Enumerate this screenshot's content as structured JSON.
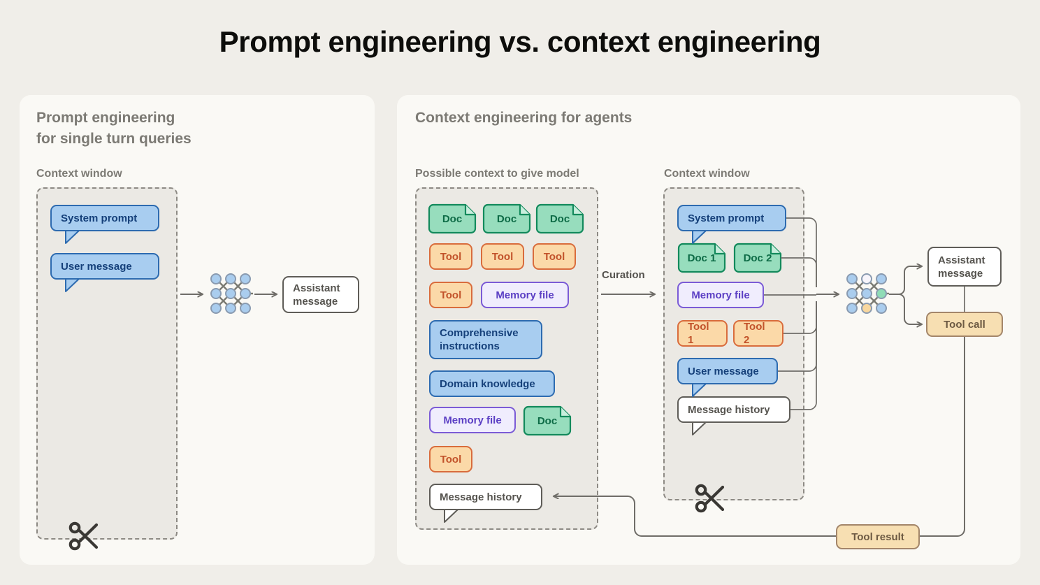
{
  "title": "Prompt engineering vs. context engineering",
  "left_panel": {
    "heading": "Prompt engineering\nfor single turn queries",
    "column_label": "Context window",
    "items": [
      {
        "label": "System prompt",
        "kind": "bubble-blue"
      },
      {
        "label": "User message",
        "kind": "bubble-blue"
      }
    ],
    "output": {
      "label": "Assistant\nmessage",
      "kind": "white"
    },
    "icons": {
      "model": "neural-network-icon",
      "trim": "scissors-icon"
    }
  },
  "right_panel": {
    "heading": "Context engineering for agents",
    "column_label_left": "Possible context to give model",
    "column_label_right": "Context window",
    "curation_label": "Curation",
    "possible_context": [
      {
        "label": "Doc",
        "kind": "doc"
      },
      {
        "label": "Doc",
        "kind": "doc"
      },
      {
        "label": "Doc",
        "kind": "doc"
      },
      {
        "label": "Tool",
        "kind": "tool"
      },
      {
        "label": "Tool",
        "kind": "tool"
      },
      {
        "label": "Tool",
        "kind": "tool"
      },
      {
        "label": "Tool",
        "kind": "tool"
      },
      {
        "label": "Memory file",
        "kind": "memory"
      },
      {
        "label": "Comprehensive\ninstructions",
        "kind": "instructions"
      },
      {
        "label": "Domain knowledge",
        "kind": "instructions"
      },
      {
        "label": "Memory file",
        "kind": "memory"
      },
      {
        "label": "Doc",
        "kind": "doc"
      },
      {
        "label": "Tool",
        "kind": "tool"
      },
      {
        "label": "Message history",
        "kind": "bubble-white"
      }
    ],
    "context_window": [
      {
        "label": "System prompt",
        "kind": "bubble-blue"
      },
      {
        "label": "Doc 1",
        "kind": "doc"
      },
      {
        "label": "Doc 2",
        "kind": "doc"
      },
      {
        "label": "Memory file",
        "kind": "memory"
      },
      {
        "label": "Tool 1",
        "kind": "tool"
      },
      {
        "label": "Tool 2",
        "kind": "tool"
      },
      {
        "label": "User message",
        "kind": "bubble-blue"
      },
      {
        "label": "Message history",
        "kind": "bubble-white"
      }
    ],
    "outputs": [
      {
        "label": "Assistant\nmessage",
        "kind": "white"
      },
      {
        "label": "Tool call",
        "kind": "tan"
      }
    ],
    "tool_result": {
      "label": "Tool result",
      "kind": "tan"
    },
    "icons": {
      "model": "neural-network-icon",
      "trim": "scissors-icon"
    }
  },
  "colors": {
    "page_bg": "#f0eee9",
    "card_bg": "#faf9f5",
    "ctx_bg": "#ebe9e4",
    "dash": "#8d8a84",
    "wire": "#6f6d68",
    "blue_fill": "#a8cdf0",
    "blue_stroke": "#2d6bb0",
    "blue_text": "#15407a",
    "green_fill": "#97ddbd",
    "green_stroke": "#138a5c",
    "green_text": "#0d6b46",
    "orange_fill": "#fbd9a8",
    "orange_stroke": "#d96c3c",
    "orange_text": "#c2522a",
    "purple_fill": "#f0edfd",
    "purple_stroke": "#7b5bd6",
    "purple_text": "#5b3fc4",
    "tan_fill": "#f7dfb2",
    "tan_stroke": "#a3866a",
    "tan_text": "#6d5a43",
    "white_fill": "#ffffff",
    "white_stroke": "#5f5d58",
    "muted_text": "#7c7a74",
    "title_text": "#0d0d0b"
  },
  "neural_net_left": {
    "rows": [
      [
        "blue",
        "blue",
        "blue"
      ],
      [
        "blue",
        "blue",
        "blue"
      ],
      [
        "blue",
        "blue",
        "blue"
      ]
    ]
  },
  "neural_net_right": {
    "rows": [
      [
        "blue",
        "white",
        "blue"
      ],
      [
        "blue",
        "blue",
        "green"
      ],
      [
        "blue",
        "orange",
        "blue"
      ]
    ]
  }
}
